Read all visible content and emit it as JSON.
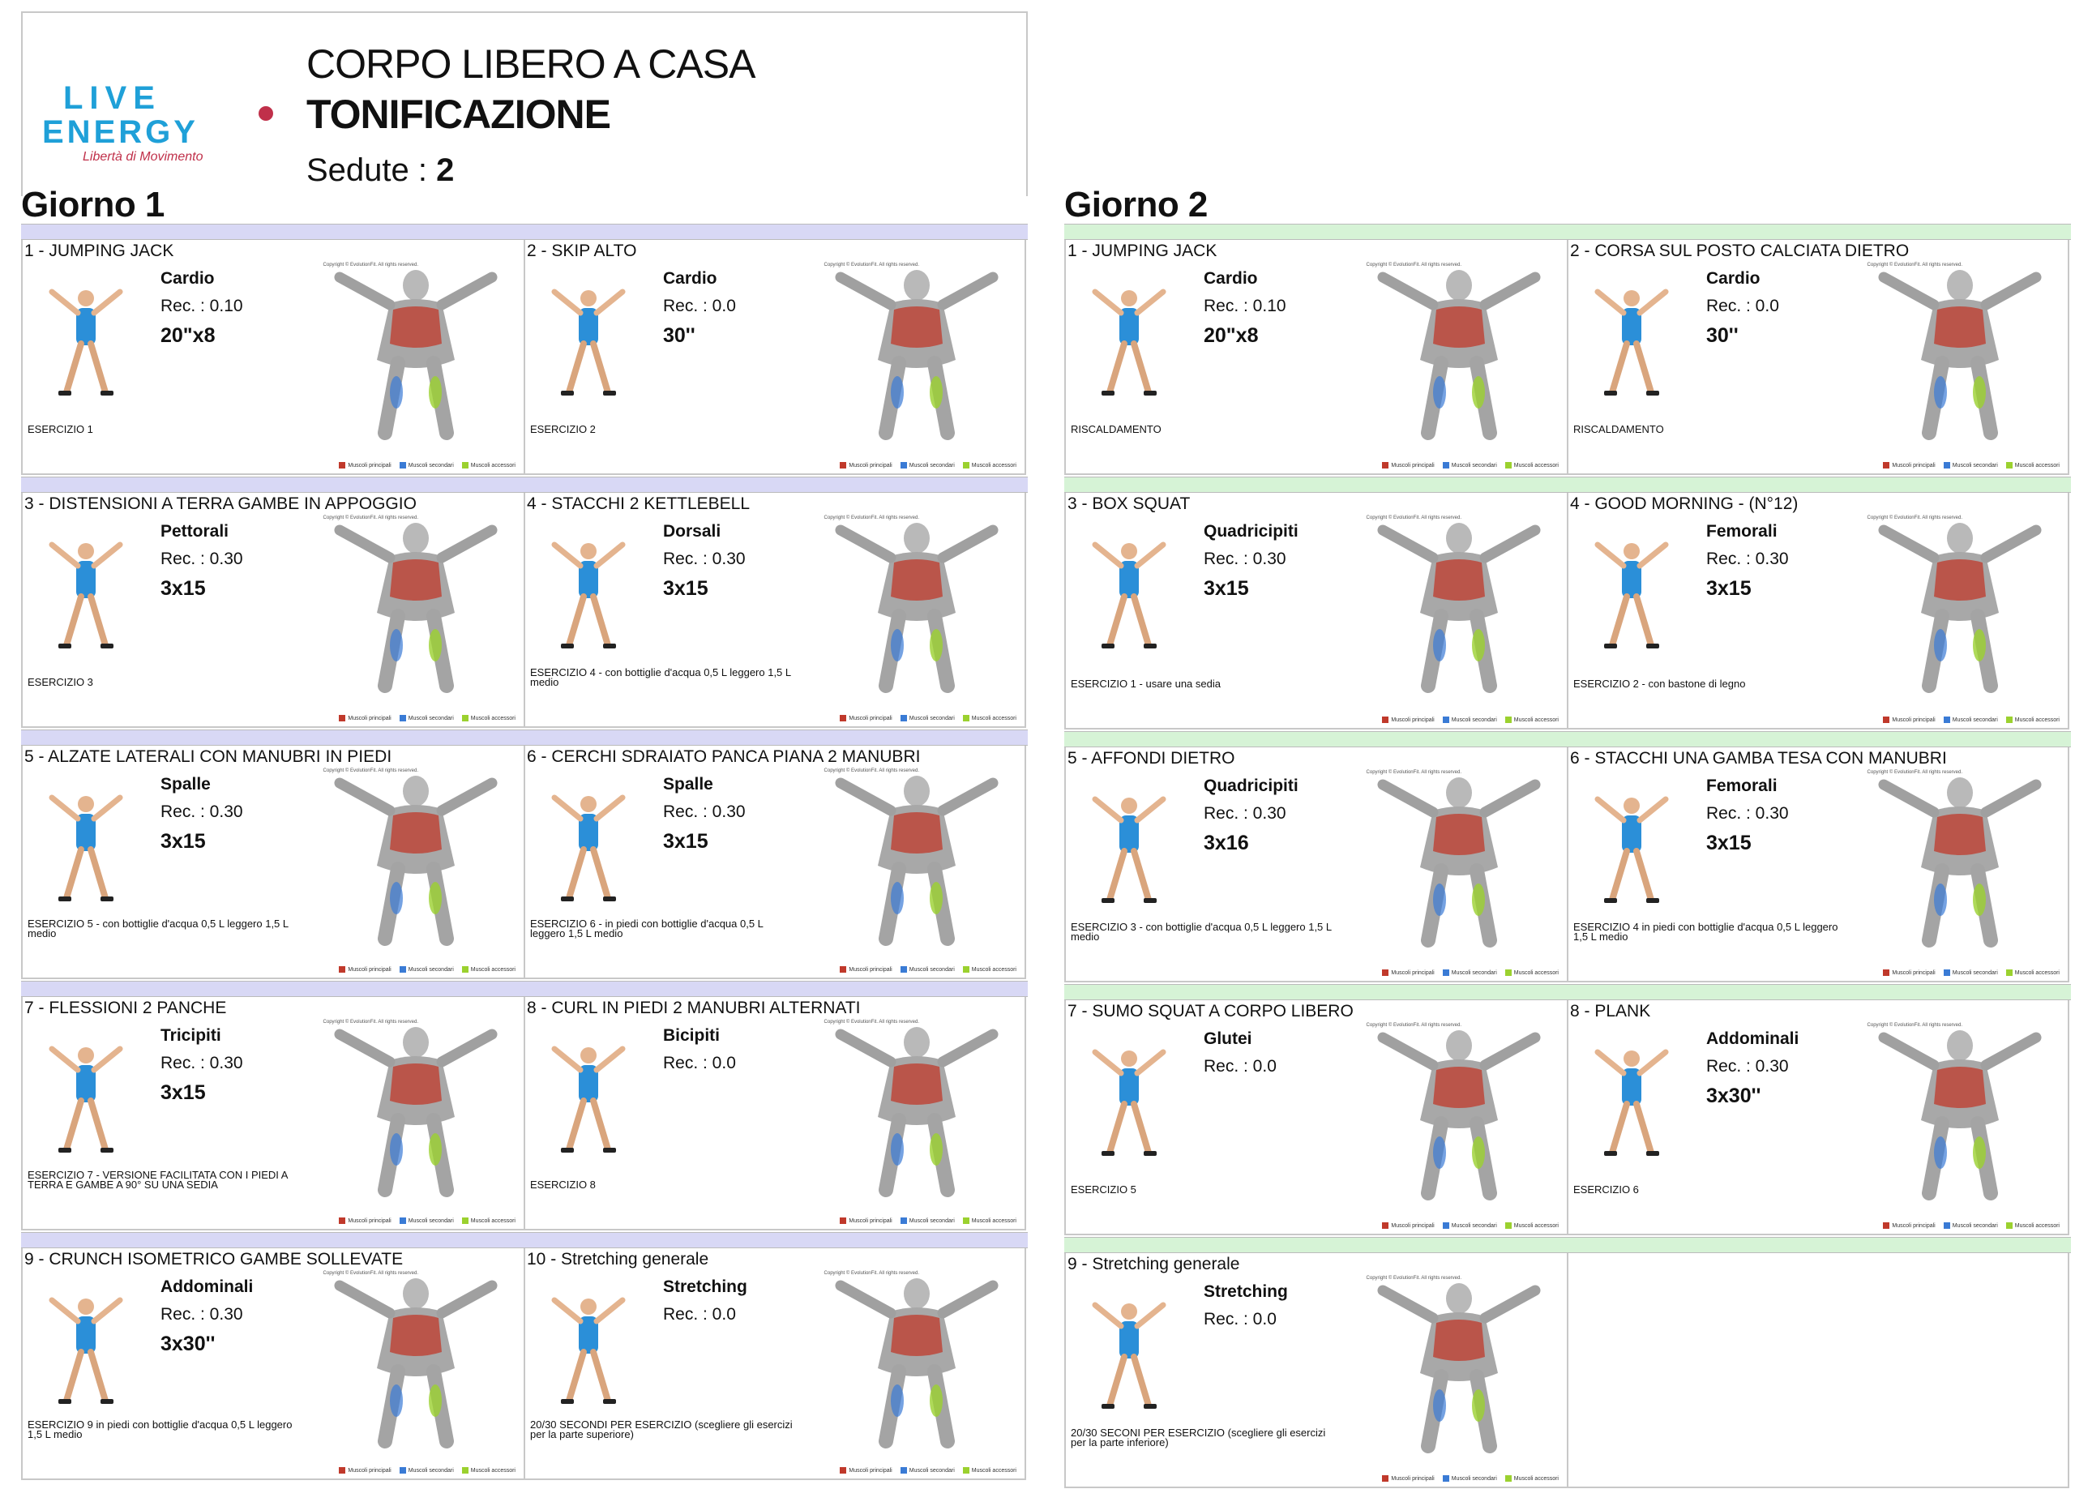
{
  "header": {
    "logo_line1": "LIVE",
    "logo_line2": "ENERGY",
    "logo_tagline": "Libertà di Movimento",
    "title_line1": "CORPO LIBERO A CASA",
    "title_line2": "TONIFICAZIONE",
    "sessions_label": "Sedute :",
    "sessions_value": "2"
  },
  "legend": {
    "primary": "Muscoli principali",
    "secondary": "Muscoli secondari",
    "accessory": "Muscoli accessori"
  },
  "copyright": "Copyright © EvolutionFit. All rights reserved.",
  "colors": {
    "band_day1": "#d8d8f5",
    "band_day2": "#d6f3d6",
    "primary": "#c0392b",
    "secondary": "#3a7bd5",
    "accessory": "#9bd12f",
    "logo_blue": "#1fa0d8",
    "logo_red": "#c0304a"
  },
  "days": [
    {
      "title": "Giorno 1",
      "exercises": [
        {
          "title": "1 - JUMPING JACK",
          "muscle": "Cardio",
          "rec": "Rec. : 0.10",
          "reps": "20\"x8",
          "note": "ESERCIZIO 1",
          "icon": "jumping-jack-figure"
        },
        {
          "title": "2 - SKIP ALTO",
          "muscle": "Cardio",
          "rec": "Rec. : 0.0",
          "reps": "30''",
          "note": "ESERCIZIO 2",
          "icon": "high-knees-figure"
        },
        {
          "title": "3 - DISTENSIONI A TERRA GAMBE IN APPOGGIO",
          "muscle": "Pettorali",
          "rec": "Rec. : 0.30",
          "reps": "3x15",
          "note": "ESERCIZIO 3",
          "icon": "pushup-figure"
        },
        {
          "title": "4 - STACCHI 2 KETTLEBELL",
          "muscle": "Dorsali",
          "rec": "Rec. : 0.30",
          "reps": "3x15",
          "note": "ESERCIZIO 4 - con bottiglie d'acqua 0,5 L leggero 1,5 L medio",
          "icon": "kettlebell-deadlift-figure"
        },
        {
          "title": "5 - ALZATE LATERALI CON MANUBRI IN PIEDI",
          "muscle": "Spalle",
          "rec": "Rec. : 0.30",
          "reps": "3x15",
          "note": "ESERCIZIO 5 - con bottiglie d'acqua 0,5 L leggero 1,5 L medio",
          "icon": "lateral-raise-figure"
        },
        {
          "title": "6 - CERCHI SDRAIATO PANCA PIANA 2 MANUBRI",
          "muscle": "Spalle",
          "rec": "Rec. : 0.30",
          "reps": "3x15",
          "note": "ESERCIZIO 6 - in piedi con bottiglie d'acqua 0,5 L leggero 1,5 L medio",
          "icon": "bench-circles-figure"
        },
        {
          "title": "7 - FLESSIONI 2 PANCHE",
          "muscle": "Tricipiti",
          "rec": "Rec. : 0.30",
          "reps": "3x15",
          "note": "ESERCIZIO 7 - VERSIONE FACILITATA CON I PIEDI A TERRA E GAMBE A 90° SU UNA SEDIA",
          "icon": "bench-dips-figure"
        },
        {
          "title": "8 - CURL IN PIEDI 2 MANUBRI ALTERNATI",
          "muscle": "Bicipiti",
          "rec": "Rec. : 0.0",
          "reps": "",
          "note": "ESERCIZIO 8",
          "icon": "biceps-curl-figure"
        },
        {
          "title": "9 - CRUNCH ISOMETRICO GAMBE SOLLEVATE",
          "muscle": "Addominali",
          "rec": "Rec. : 0.30",
          "reps": "3x30''",
          "note": "ESERCIZIO 9 in piedi con bottiglie d'acqua 0,5 L leggero 1,5 L medio",
          "icon": "crunch-figure"
        },
        {
          "title": "10 - Stretching generale",
          "muscle": "Stretching",
          "rec": "Rec. : 0.0",
          "reps": "",
          "note": "20/30 SECONDI PER ESERCIZIO (scegliere gli esercizi per la parte superiore)",
          "icon": "stretching-grid"
        }
      ]
    },
    {
      "title": "Giorno 2",
      "exercises": [
        {
          "title": "1 - JUMPING JACK",
          "muscle": "Cardio",
          "rec": "Rec. : 0.10",
          "reps": "20\"x8",
          "note": "RISCALDAMENTO",
          "icon": "jumping-jack-figure"
        },
        {
          "title": "2 - CORSA SUL POSTO CALCIATA DIETRO",
          "muscle": "Cardio",
          "rec": "Rec. : 0.0",
          "reps": "30''",
          "note": "RISCALDAMENTO",
          "icon": "butt-kick-figure"
        },
        {
          "title": "3 - BOX SQUAT",
          "muscle": "Quadricipiti",
          "rec": "Rec. : 0.30",
          "reps": "3x15",
          "note": "ESERCIZIO 1 - usare una sedia",
          "icon": "box-squat-figure"
        },
        {
          "title": "4 - GOOD MORNING - (N°12)",
          "muscle": "Femorali",
          "rec": "Rec. : 0.30",
          "reps": "3x15",
          "note": "ESERCIZIO 2 - con bastone di legno",
          "icon": "good-morning-figure"
        },
        {
          "title": "5 - AFFONDI DIETRO",
          "muscle": "Quadricipiti",
          "rec": "Rec. : 0.30",
          "reps": "3x16",
          "note": "ESERCIZIO 3 - con bottiglie d'acqua 0,5 L leggero 1,5 L medio",
          "icon": "reverse-lunge-figure"
        },
        {
          "title": "6 - STACCHI UNA GAMBA TESA CON MANUBRI",
          "muscle": "Femorali",
          "rec": "Rec. : 0.30",
          "reps": "3x15",
          "note": "ESERCIZIO 4 in piedi con bottiglie d'acqua 0,5 L leggero 1,5 L medio",
          "icon": "single-leg-deadlift-figure"
        },
        {
          "title": "7 - SUMO SQUAT A CORPO LIBERO",
          "muscle": "Glutei",
          "rec": "Rec. : 0.0",
          "reps": "",
          "note": "ESERCIZIO 5",
          "icon": "sumo-squat-figure"
        },
        {
          "title": "8 - PLANK",
          "muscle": "Addominali",
          "rec": "Rec. : 0.30",
          "reps": "3x30''",
          "note": "ESERCIZIO 6",
          "icon": "plank-figure"
        },
        {
          "title": "9 - Stretching generale",
          "muscle": "Stretching",
          "rec": "Rec. : 0.0",
          "reps": "",
          "note": "20/30 SECONI PER ESERCIZIO (scegliere gli esercizi per la parte inferiore)",
          "icon": "stretching-grid"
        }
      ]
    }
  ]
}
